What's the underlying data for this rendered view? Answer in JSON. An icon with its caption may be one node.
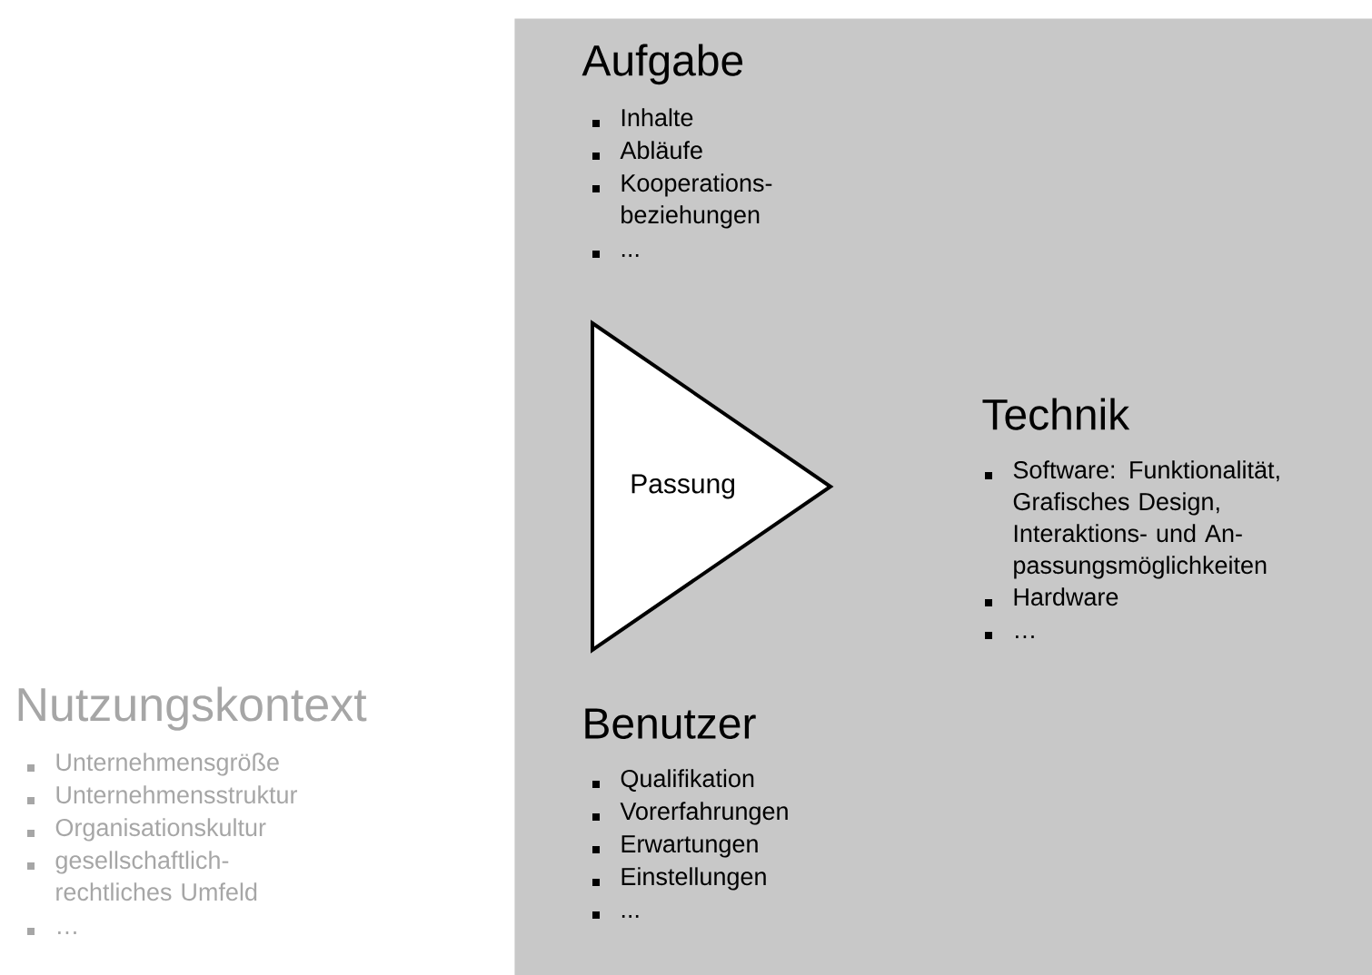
{
  "diagram": {
    "nodes": [
      {
        "text": [],
        "shape": "box"
      },
      {
        "text": [
          "Passung"
        ],
        "in": 0
      }
    ],
    "labels": [
      "Aufgabe",
      "Inhalte",
      "Abläufe",
      "Kooperations- beziehungen",
      "...",
      "Technik",
      "Software: Funktionalität, Grafisches Design, Interaktions- und An- passungsmöglichkeiten",
      "Hardware",
      "…",
      "Nutzungskontext",
      "Unternehmensgröße",
      "Unternehmensstruktur",
      "Organisationskultur",
      "gesellschaftlich- rechtliches Umfeld",
      "…",
      "Benutzer",
      "Qualifikation",
      "Vorerfahrungen",
      "Erwartungen",
      "Einstellungen",
      "..."
    ]
  }
}
